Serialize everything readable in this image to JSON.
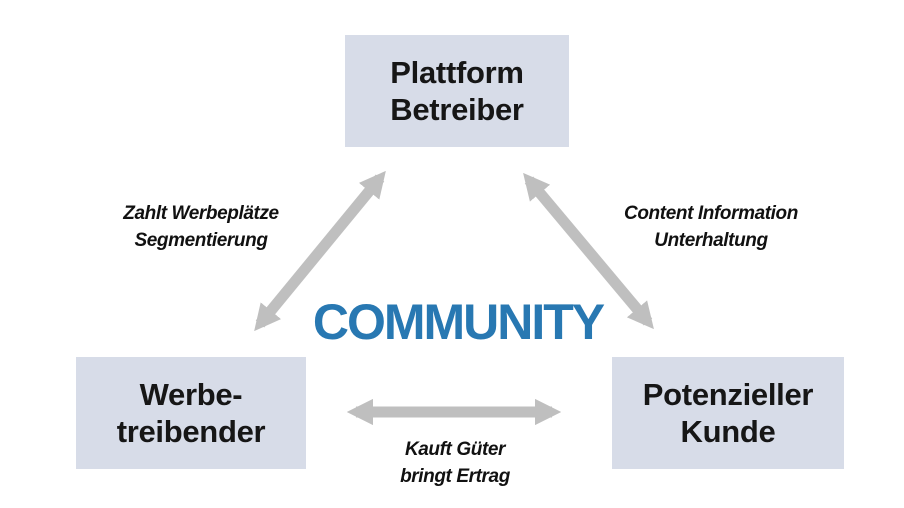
{
  "diagram": {
    "title": "COMMUNITY",
    "nodes": {
      "platform": {
        "label": "Plattform\nBetreiber"
      },
      "advertiser": {
        "label": "Werbe-\ntreibender"
      },
      "customer": {
        "label": "Potenzieller\nKunde"
      }
    },
    "edge_labels": {
      "advertiser_to_platform": "Zahlt Werbeplätze\nSegmentierung",
      "customer_to_platform": "Content Information\nUnterhaltung",
      "advertiser_to_customer": "Kauft Güter\nbringt Ertrag"
    },
    "colors": {
      "node_fill": "#d7dce8",
      "arrow": "#bfbfbf",
      "title": "#2878b2",
      "text": "#161616"
    }
  }
}
